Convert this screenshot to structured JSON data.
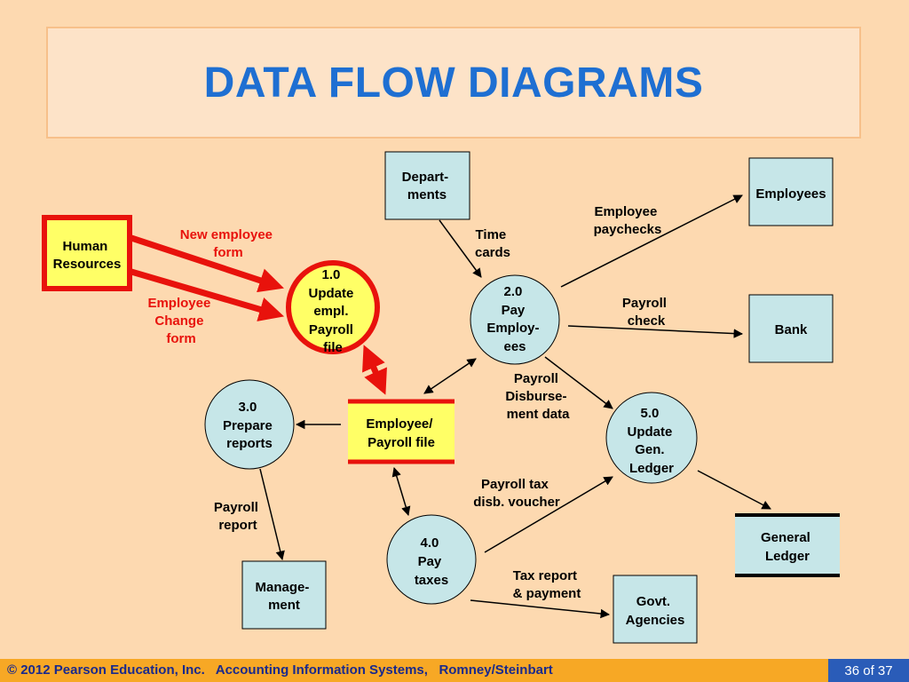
{
  "title": "DATA FLOW DIAGRAMS",
  "entities": {
    "human_resources": [
      "Human",
      "Resources"
    ],
    "departments": [
      "Depart-",
      "ments"
    ],
    "employees": [
      "Employees"
    ],
    "bank": [
      "Bank"
    ],
    "management": [
      "Manage-",
      "ment"
    ],
    "govt_agencies": [
      "Govt.",
      "Agencies"
    ]
  },
  "processes": {
    "p1": [
      "1.0",
      "Update",
      "empl.",
      "Payroll",
      "file"
    ],
    "p2": [
      "2.0",
      "Pay",
      "Employ-",
      "ees"
    ],
    "p3": [
      "3.0",
      "Prepare",
      "reports"
    ],
    "p4": [
      "4.0",
      "Pay",
      "taxes"
    ],
    "p5": [
      "5.0",
      "Update",
      "Gen.",
      "Ledger"
    ]
  },
  "stores": {
    "employee_payroll_file": [
      "Employee/",
      "Payroll file"
    ],
    "general_ledger": [
      "General",
      "Ledger"
    ]
  },
  "flows": {
    "new_employee_form": [
      "New employee",
      "form"
    ],
    "employee_change_form": [
      "Employee",
      "Change",
      "form"
    ],
    "time_cards": [
      "Time",
      "cards"
    ],
    "employee_paychecks": [
      "Employee",
      "paychecks"
    ],
    "payroll_check": [
      "Payroll",
      "check"
    ],
    "payroll_disbursement_data": [
      "Payroll",
      "Disburse-",
      "ment data"
    ],
    "payroll_report": [
      "Payroll",
      "report"
    ],
    "payroll_tax_voucher": [
      "Payroll tax",
      "disb. voucher"
    ],
    "tax_report_payment": [
      "Tax report",
      "& payment"
    ]
  },
  "colors": {
    "background": "#fdd9b0",
    "title": "#1e6fd2",
    "entity_fill": "#c6e6e8",
    "highlight_red": "#e8120c",
    "highlight_fill": "#ffff66",
    "flow_label_red": "#e8120c",
    "footer_bg": "#f7a825",
    "footer_text": "#1a2a8c",
    "page_box": "#2a5cb8"
  },
  "footer": {
    "text": "© 2012 Pearson Education, Inc.   Accounting Information Systems,   Romney/Steinbart",
    "page": "36 of 37"
  }
}
